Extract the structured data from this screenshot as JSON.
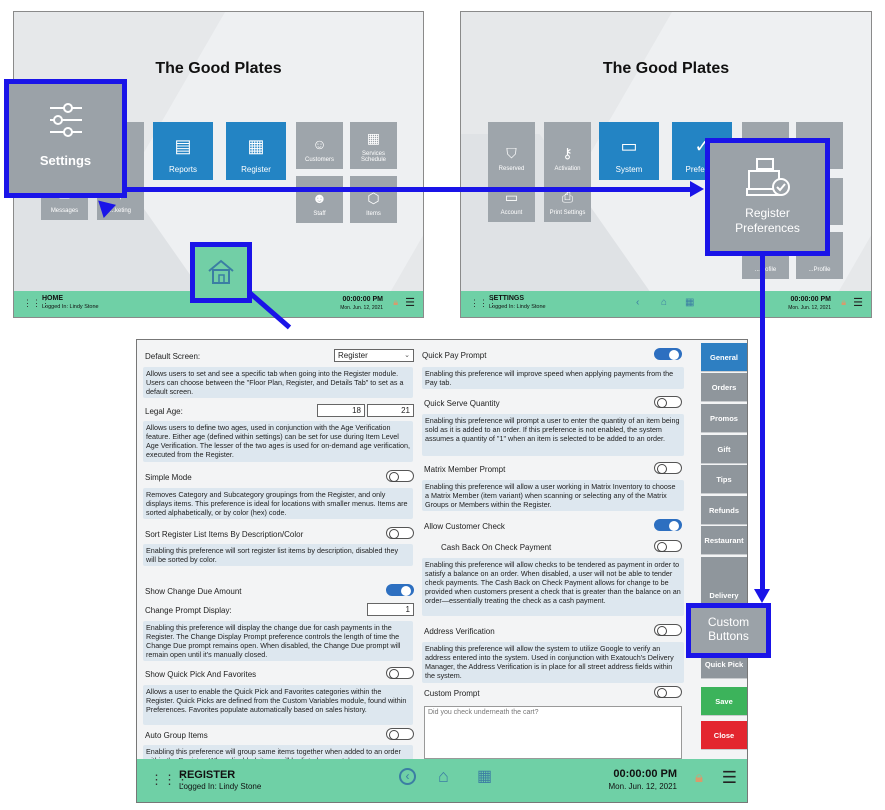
{
  "left_screen": {
    "title": "The Good Plates",
    "tiles": {
      "reports": "Reports",
      "register": "Register",
      "customers": "Customers",
      "services_schedule": "Services Schedule",
      "staff": "Staff",
      "items": "Items",
      "messages": "Messages",
      "partial_tile": "...keting"
    },
    "bar": {
      "name": "HOME",
      "logged_in": "Logged In:  Lindy Stone",
      "time": "00:00:00 PM",
      "date": "Mon. Jun. 12, 2021"
    }
  },
  "right_screen": {
    "title": "The Good Plates",
    "tiles": {
      "reserved": "Reserved",
      "activation": "Activation",
      "system": "System",
      "preferences": "Prefere...",
      "account": "Account",
      "print_settings": "Print Settings",
      "partial_profile_a": "...profile",
      "partial_profile_b": "...Profile"
    },
    "bar": {
      "name": "SETTINGS",
      "logged_in": "Logged In:  Lindy Stone",
      "time": "00:00:00 PM",
      "date": "Mon. Jun. 12, 2021"
    }
  },
  "callouts": {
    "settings": "Settings",
    "register_preferences": "Register Preferences",
    "custom_buttons": "Custom Buttons"
  },
  "panel": {
    "left": {
      "default_screen": {
        "label": "Default Screen:",
        "value": "Register",
        "desc": "Allows users to set and see a specific tab when going into the Register module. Users can choose between the \"Floor Plan, Register, and Details Tab\" to set as a default screen."
      },
      "legal_age": {
        "label": "Legal Age:",
        "value_a": "18",
        "value_b": "21",
        "desc": "Allows users to define two ages, used in conjunction with the Age Verification feature. Either age (defined within settings) can be set for use during Item Level Age Verification. The lesser of the two ages is used for on-demand age verification, executed from the Register."
      },
      "simple_mode": {
        "label": "Simple Mode",
        "desc": "Removes Category and Subcategory groupings from the Register, and only displays items. This preference is ideal for locations with smaller menus. Items are sorted alphabetically, or by color (hex) code."
      },
      "sort_register": {
        "label": "Sort Register List Items By Description/Color",
        "desc": "Enabling this preference will sort register list items by description, disabled they will be sorted by color."
      },
      "show_change_due": {
        "label": "Show Change Due Amount"
      },
      "change_prompt": {
        "label": "Change Prompt Display:",
        "value": "1",
        "desc": "Enabling this preference will display the change due for cash payments in the Register. The Change Display Prompt preference controls the length of time the Change Due prompt remains open. When disabled, the Change Due prompt will remain open until it's manually closed."
      },
      "quick_pick": {
        "label": "Show Quick Pick And Favorites",
        "desc": "Allows a user to enable the Quick Pick and Favorites categories within the Register. Quick Picks are defined from the Custom Variables module, found within Preferences. Favorites populate automatically based on sales history."
      },
      "auto_group": {
        "label": "Auto Group Items",
        "desc": "Enabling this preference will group same items together when added to an order within the Register. When disabled, items will be listed separately."
      }
    },
    "right": {
      "quick_pay": {
        "label": "Quick Pay Prompt",
        "desc": "Enabling this preference will improve speed when applying payments from the Pay tab."
      },
      "quick_serve": {
        "label": "Quick Serve Quantity",
        "desc": "Enabling this preference will prompt a user to enter the quantity of an item being sold as it is added to an order. If this preference is not enabled, the system assumes a quantity of \"1\" when an item is selected to be added to an order."
      },
      "matrix_member": {
        "label": "Matrix Member Prompt",
        "desc": "Enabling this preference will allow a user working in Matrix Inventory to choose a Matrix Member (item variant) when scanning or selecting any of the Matrix Groups or Members within the Register."
      },
      "allow_check": {
        "label": "Allow Customer Check"
      },
      "cash_back": {
        "label": "Cash Back On Check Payment",
        "desc": "Enabling this preference will allow checks to be tendered as payment in order to satisfy a balance on an order. When disabled, a user will not be able to tender check payments. The Cash Back on Check Payment allows for change to be provided when customers present a check that is greater than the balance on an order—essentially treating the check as a cash payment."
      },
      "address_verification": {
        "label": "Address Verification",
        "desc": "Enabling this preference will allow the system to utilize Google to verify an address entered into the system. Used in conjunction with Exatouch's Delivery Manager, the Address Verification is in place for all street address fields within the system."
      },
      "custom_prompt": {
        "label": "Custom Prompt",
        "placeholder": "Did you check underneath the cart?"
      }
    },
    "tabs": {
      "general": "General",
      "orders": "Orders",
      "promos": "Promos",
      "gift": "Gift",
      "tips": "Tips",
      "refunds": "Refunds",
      "restaurant": "Restaurant",
      "delivery": "Delivery",
      "quick_pick": "Quick Pick",
      "save": "Save",
      "close": "Close"
    },
    "bar": {
      "name": "REGISTER",
      "logged_in": "Logged In:   Lindy Stone",
      "time": "00:00:00 PM",
      "date": "Mon. Jun. 12, 2021"
    }
  },
  "colors": {
    "accent_blue": "#1a14e8",
    "tile_blue": "#2384c4",
    "bar_green": "#6fd0a6",
    "save_green": "#3cb35b",
    "close_red": "#e3262f"
  }
}
